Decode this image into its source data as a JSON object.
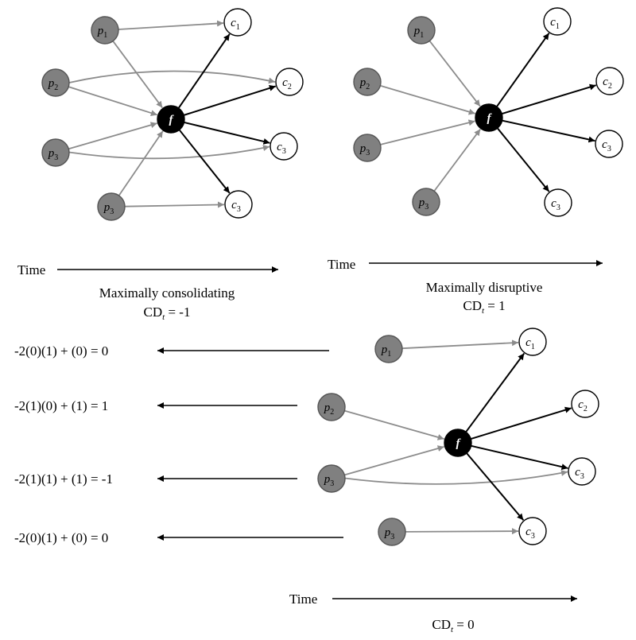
{
  "colors": {
    "focal": "#000000",
    "predecessor": "#808080",
    "citer": "#ffffff",
    "gray_edge": "#8c8c8c",
    "black_edge": "#000000"
  },
  "panels": [
    {
      "id": "consolidating",
      "caption": "Maximally consolidating",
      "index": {
        "prefix": "CD",
        "sub": "t",
        "suffix": " = -1"
      },
      "time_label": "Time",
      "nodes": [
        {
          "id": "f",
          "type": "focal",
          "label": "f",
          "sub": ""
        },
        {
          "id": "p1",
          "type": "predecessor",
          "label": "p",
          "sub": "1"
        },
        {
          "id": "p2",
          "type": "predecessor",
          "label": "p",
          "sub": "2"
        },
        {
          "id": "p3a",
          "type": "predecessor",
          "label": "p",
          "sub": "3"
        },
        {
          "id": "p3b",
          "type": "predecessor",
          "label": "p",
          "sub": "3"
        },
        {
          "id": "c1",
          "type": "citer",
          "label": "c",
          "sub": "1"
        },
        {
          "id": "c2",
          "type": "citer",
          "label": "c",
          "sub": "2"
        },
        {
          "id": "c3a",
          "type": "citer",
          "label": "c",
          "sub": "3"
        },
        {
          "id": "c3b",
          "type": "citer",
          "label": "c",
          "sub": "3"
        }
      ],
      "edges": [
        {
          "from": "p1",
          "to": "c1",
          "kind": "gray",
          "bend": 0
        },
        {
          "from": "p1",
          "to": "f",
          "kind": "gray",
          "bend": 0
        },
        {
          "from": "p2",
          "to": "f",
          "kind": "gray",
          "bend": 0
        },
        {
          "from": "p2",
          "to": "c2",
          "kind": "gray",
          "bend": -28
        },
        {
          "from": "p3a",
          "to": "f",
          "kind": "gray",
          "bend": 0
        },
        {
          "from": "p3a",
          "to": "c3a",
          "kind": "gray",
          "bend": 22
        },
        {
          "from": "p3b",
          "to": "f",
          "kind": "gray",
          "bend": 0
        },
        {
          "from": "p3b",
          "to": "c3b",
          "kind": "gray",
          "bend": 0
        },
        {
          "from": "f",
          "to": "c1",
          "kind": "black",
          "bend": 0
        },
        {
          "from": "f",
          "to": "c2",
          "kind": "black",
          "bend": 0
        },
        {
          "from": "f",
          "to": "c3a",
          "kind": "black",
          "bend": 0
        },
        {
          "from": "f",
          "to": "c3b",
          "kind": "black",
          "bend": 0
        }
      ]
    },
    {
      "id": "disruptive",
      "caption": "Maximally disruptive",
      "index": {
        "prefix": "CD",
        "sub": "t",
        "suffix": " = 1"
      },
      "time_label": "Time",
      "nodes": [
        {
          "id": "f",
          "type": "focal",
          "label": "f",
          "sub": ""
        },
        {
          "id": "p1",
          "type": "predecessor",
          "label": "p",
          "sub": "1"
        },
        {
          "id": "p2",
          "type": "predecessor",
          "label": "p",
          "sub": "2"
        },
        {
          "id": "p3a",
          "type": "predecessor",
          "label": "p",
          "sub": "3"
        },
        {
          "id": "p3b",
          "type": "predecessor",
          "label": "p",
          "sub": "3"
        },
        {
          "id": "c1",
          "type": "citer",
          "label": "c",
          "sub": "1"
        },
        {
          "id": "c2",
          "type": "citer",
          "label": "c",
          "sub": "2"
        },
        {
          "id": "c3a",
          "type": "citer",
          "label": "c",
          "sub": "3"
        },
        {
          "id": "c3b",
          "type": "citer",
          "label": "c",
          "sub": "3"
        }
      ],
      "edges": [
        {
          "from": "p1",
          "to": "f",
          "kind": "gray",
          "bend": 0
        },
        {
          "from": "p2",
          "to": "f",
          "kind": "gray",
          "bend": 0
        },
        {
          "from": "p3a",
          "to": "f",
          "kind": "gray",
          "bend": 0
        },
        {
          "from": "p3b",
          "to": "f",
          "kind": "gray",
          "bend": 0
        },
        {
          "from": "f",
          "to": "c1",
          "kind": "black",
          "bend": 0
        },
        {
          "from": "f",
          "to": "c2",
          "kind": "black",
          "bend": 0
        },
        {
          "from": "f",
          "to": "c3a",
          "kind": "black",
          "bend": 0
        },
        {
          "from": "f",
          "to": "c3b",
          "kind": "black",
          "bend": 0
        }
      ]
    },
    {
      "id": "neutral",
      "caption": "",
      "index": {
        "prefix": "CD",
        "sub": "t",
        "suffix": " = 0"
      },
      "time_label": "Time",
      "nodes": [
        {
          "id": "f",
          "type": "focal",
          "label": "f",
          "sub": ""
        },
        {
          "id": "p1",
          "type": "predecessor",
          "label": "p",
          "sub": "1"
        },
        {
          "id": "p2",
          "type": "predecessor",
          "label": "p",
          "sub": "2"
        },
        {
          "id": "p3a",
          "type": "predecessor",
          "label": "p",
          "sub": "3"
        },
        {
          "id": "p3b",
          "type": "predecessor",
          "label": "p",
          "sub": "3"
        },
        {
          "id": "c1",
          "type": "citer",
          "label": "c",
          "sub": "1"
        },
        {
          "id": "c2",
          "type": "citer",
          "label": "c",
          "sub": "2"
        },
        {
          "id": "c3a",
          "type": "citer",
          "label": "c",
          "sub": "3"
        },
        {
          "id": "c3b",
          "type": "citer",
          "label": "c",
          "sub": "3"
        }
      ],
      "edges": [
        {
          "from": "p1",
          "to": "c1",
          "kind": "gray",
          "bend": 0
        },
        {
          "from": "p2",
          "to": "f",
          "kind": "gray",
          "bend": 0
        },
        {
          "from": "p3a",
          "to": "f",
          "kind": "gray",
          "bend": 0
        },
        {
          "from": "p3a",
          "to": "c3a",
          "kind": "gray",
          "bend": 22
        },
        {
          "from": "p3b",
          "to": "c3b",
          "kind": "gray",
          "bend": 0
        },
        {
          "from": "f",
          "to": "c1",
          "kind": "black",
          "bend": 0
        },
        {
          "from": "f",
          "to": "c2",
          "kind": "black",
          "bend": 0
        },
        {
          "from": "f",
          "to": "c3a",
          "kind": "black",
          "bend": 0
        },
        {
          "from": "f",
          "to": "c3b",
          "kind": "black",
          "bend": 0
        }
      ],
      "formulas": [
        "-2(0)(1) + (0) = 0",
        "-2(1)(0) + (1) = 1",
        "-2(1)(1) + (1) = -1",
        "-2(0)(1) + (0) = 0"
      ]
    }
  ]
}
